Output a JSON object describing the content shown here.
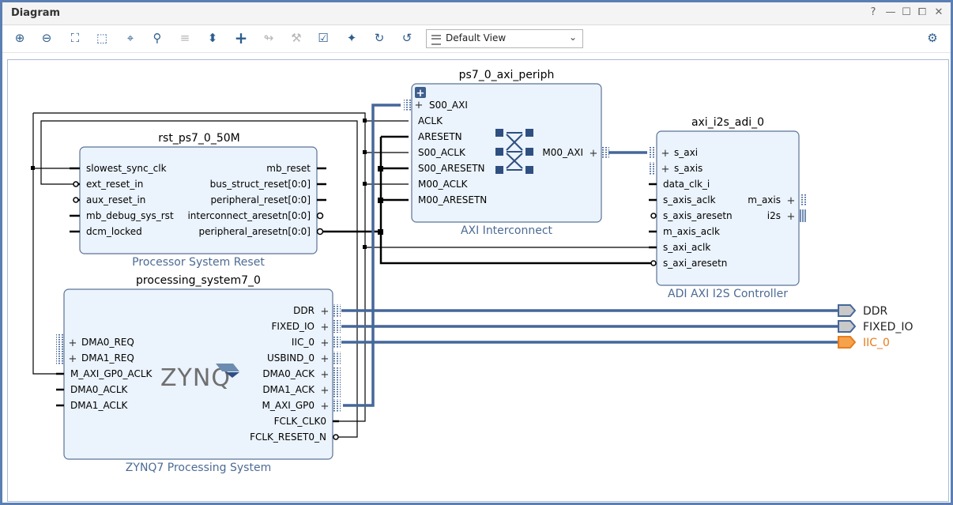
{
  "window": {
    "title": "Diagram",
    "controls": {
      "help": "?",
      "minimize": "—",
      "restore": "☐",
      "maximize": "⧠",
      "close": "✕"
    }
  },
  "toolbar": {
    "view_select": "Default View",
    "buttons": [
      "zoom-in",
      "zoom-out",
      "zoom-fit",
      "zoom-area",
      "autoconnect",
      "search",
      "collapse-all",
      "expand-all",
      "add-ip",
      "make-connection",
      "run-validation",
      "validate-design",
      "pin",
      "refresh",
      "regenerate-layout",
      "settings"
    ]
  },
  "diagram": {
    "blocks": {
      "rst": {
        "instance": "rst_ps7_0_50M",
        "caption": "Processor System Reset",
        "left_ports": [
          "slowest_sync_clk",
          "ext_reset_in",
          "aux_reset_in",
          "mb_debug_sys_rst",
          "dcm_locked"
        ],
        "right_ports": [
          "mb_reset",
          "bus_struct_reset[0:0]",
          "peripheral_reset[0:0]",
          "interconnect_aresetn[0:0]",
          "peripheral_aresetn[0:0]"
        ]
      },
      "axi": {
        "instance": "ps7_0_axi_periph",
        "caption": "AXI Interconnect",
        "left_ports": [
          "S00_AXI",
          "ACLK",
          "ARESETN",
          "S00_ACLK",
          "S00_ARESETN",
          "M00_ACLK",
          "M00_ARESETN"
        ],
        "right_ports": [
          "M00_AXI"
        ],
        "expand": "+"
      },
      "i2s": {
        "instance": "axi_i2s_adi_0",
        "caption": "ADI AXI I2S Controller",
        "left_ports": [
          "s_axi",
          "s_axis",
          "data_clk_i",
          "s_axis_aclk",
          "s_axis_aresetn",
          "m_axis_aclk",
          "s_axi_aclk",
          "s_axi_aresetn"
        ],
        "right_ports": [
          "m_axis",
          "i2s"
        ]
      },
      "ps7": {
        "instance": "processing_system7_0",
        "caption": "ZYNQ7 Processing System",
        "logo": "ZYNQ",
        "left_ports": [
          "DMA0_REQ",
          "DMA1_REQ",
          "M_AXI_GP0_ACLK",
          "DMA0_ACLK",
          "DMA1_ACLK"
        ],
        "right_ports": [
          "DDR",
          "FIXED_IO",
          "IIC_0",
          "USBIND_0",
          "DMA0_ACK",
          "DMA1_ACK",
          "M_AXI_GP0",
          "FCLK_CLK0",
          "FCLK_RESET0_N"
        ]
      }
    },
    "external_ports": [
      {
        "name": "DDR",
        "color": "#222222"
      },
      {
        "name": "FIXED_IO",
        "color": "#222222"
      },
      {
        "name": "IIC_0",
        "color": "#e87c1e"
      }
    ],
    "colors": {
      "block_fill": "#ebf3fc",
      "block_border": "#5b7396",
      "caption": "#4c6b94",
      "bus": "#45679a",
      "wire": "#000000",
      "port_highlight": "#e87c1e"
    }
  }
}
